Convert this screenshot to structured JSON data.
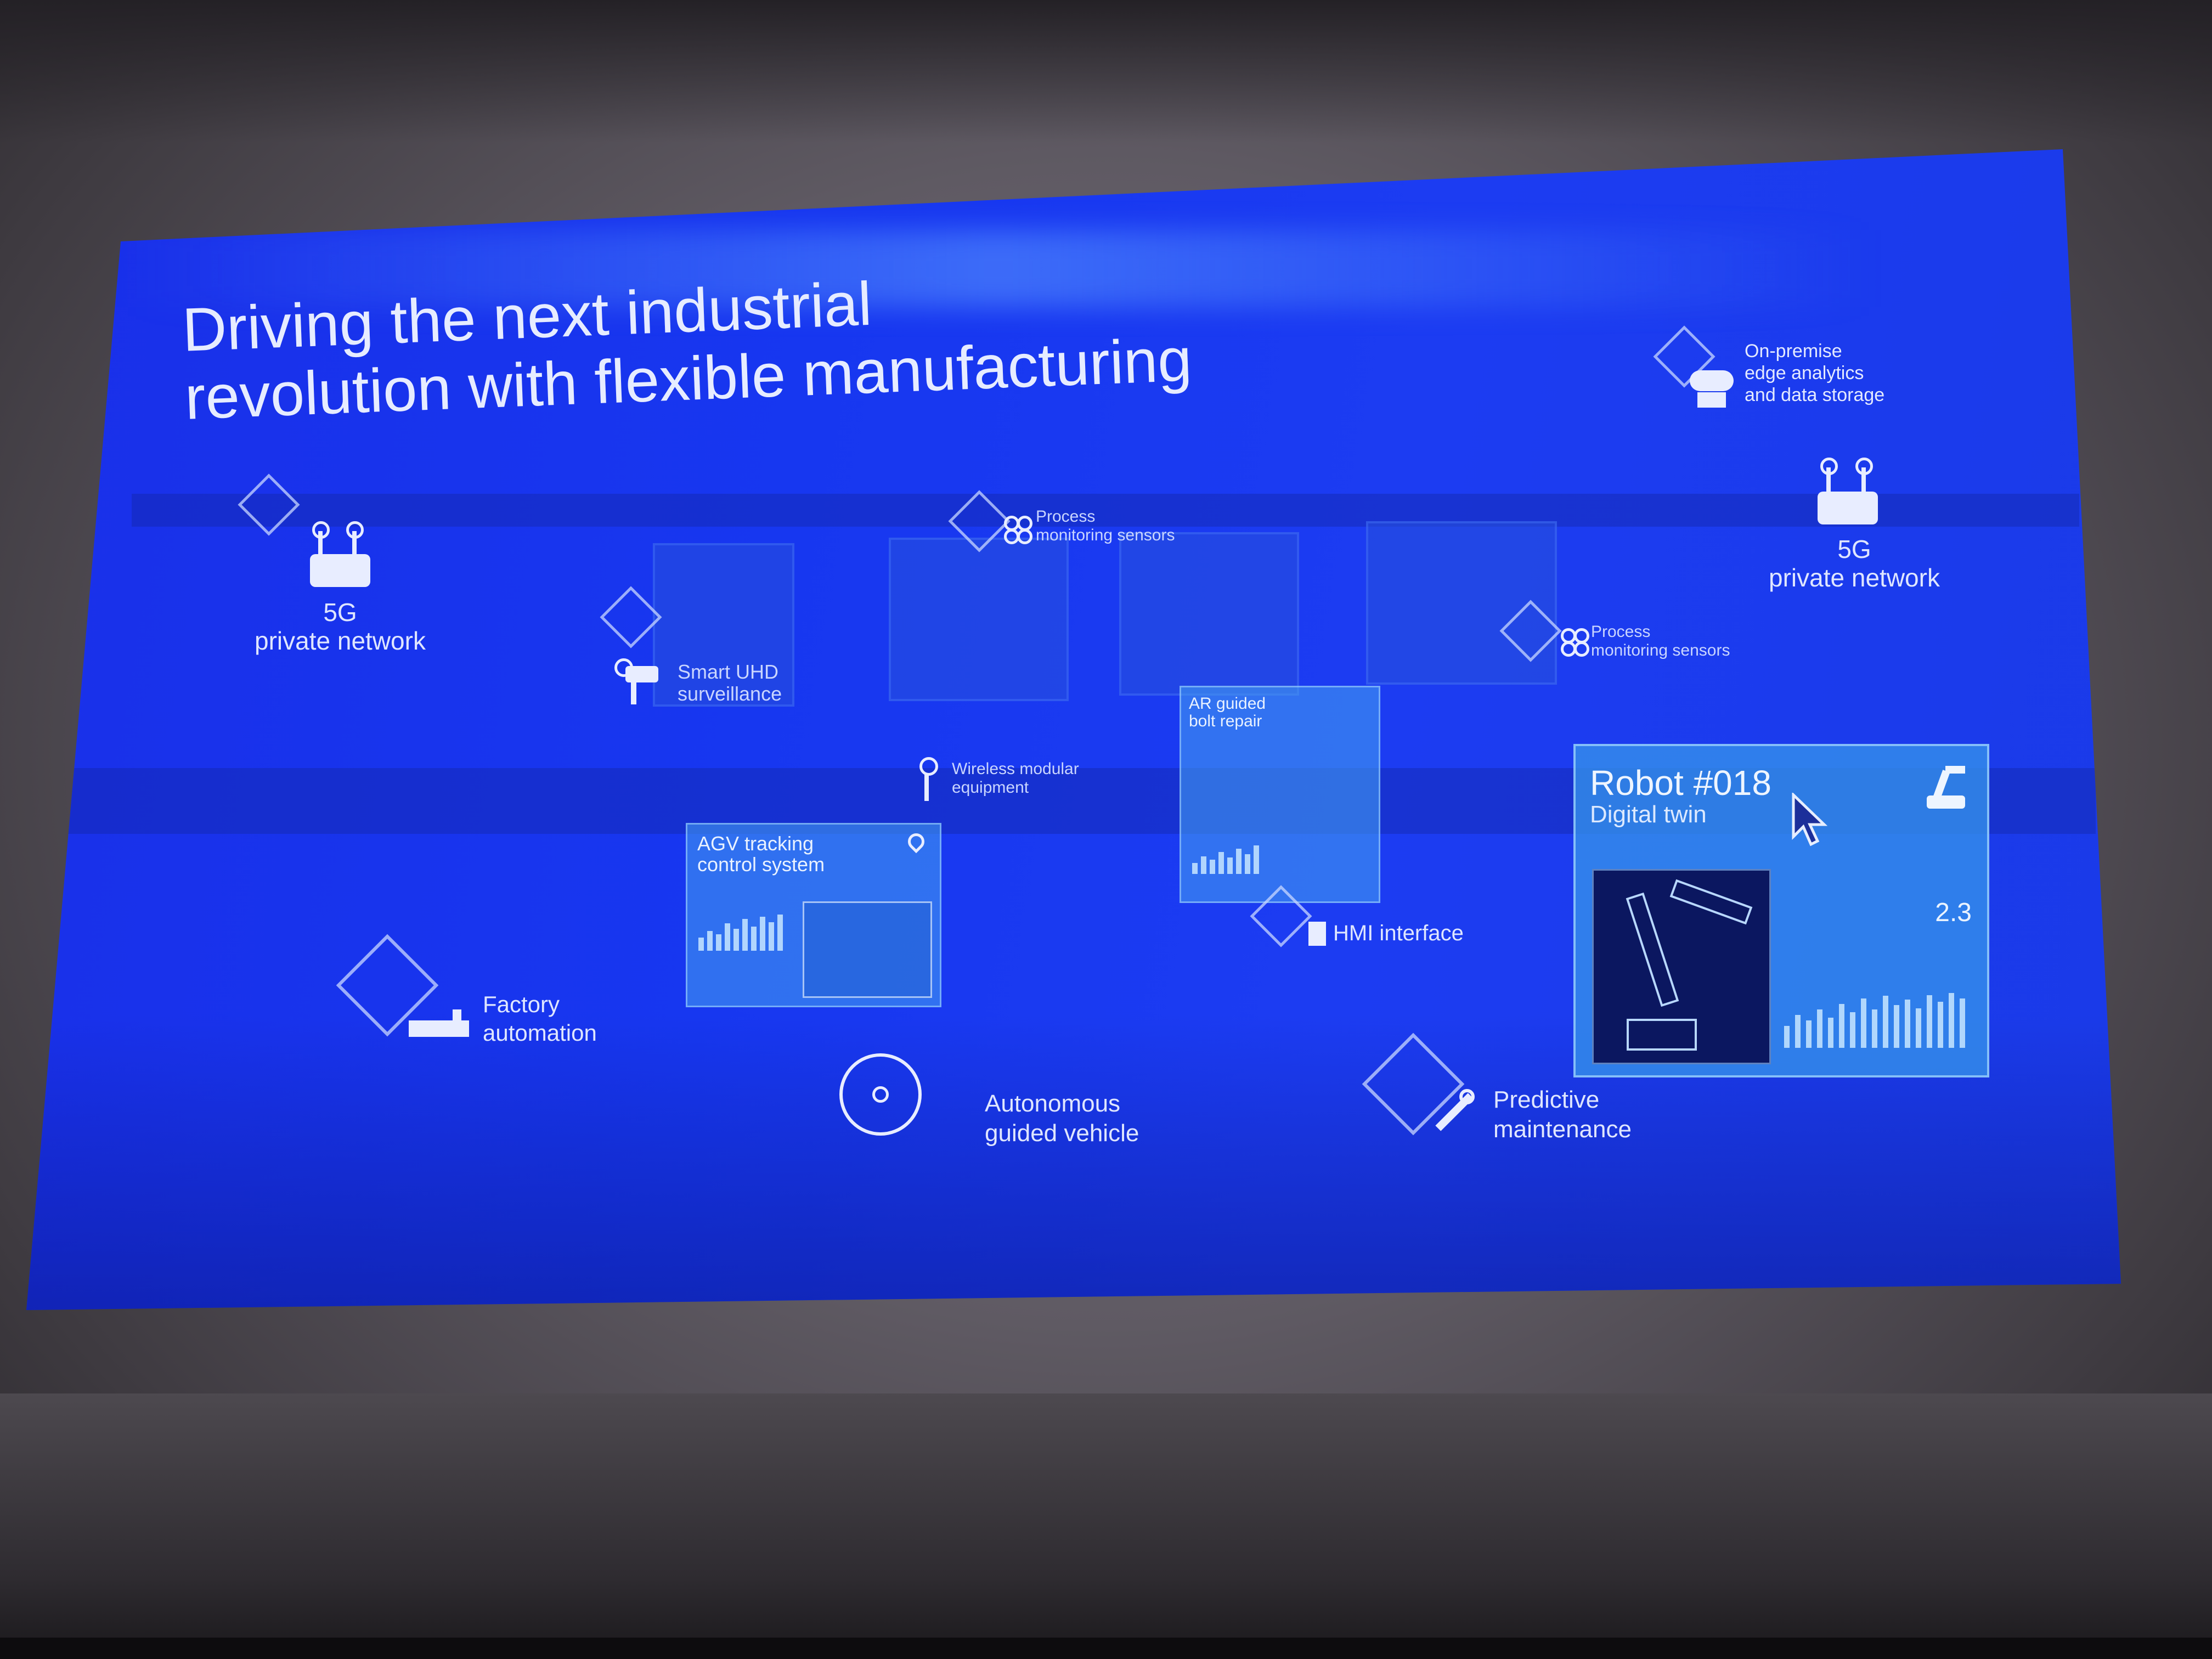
{
  "slide": {
    "title": "Driving the next industrial\nrevolution with flexible manufacturing"
  },
  "labels": {
    "private_network_left": "5G\nprivate network",
    "private_network_right": "5G\nprivate network",
    "edge_analytics": "On-premise\nedge analytics\nand data storage",
    "process_sensors_top": "Process\nmonitoring sensors",
    "process_sensors_right": "Process\nmonitoring sensors",
    "smart_uhd": "Smart UHD\nsurveillance",
    "wireless_equipment": "Wireless modular\nequipment",
    "ar_guided": "AR guided\nbolt repair",
    "agv_tracking": "AGV tracking\ncontrol system",
    "hmi": "HMI interface",
    "factory_automation": "Factory\nautomation",
    "agv_vehicle": "Autonomous\nguided vehicle",
    "predictive": "Predictive\nmaintenance"
  },
  "robot_panel": {
    "title": "Robot #018",
    "subtitle": "Digital twin",
    "stat": "2.3"
  },
  "icons": [
    "router-icon",
    "cloud-server-icon",
    "sensor-icon",
    "camera-icon",
    "antenna-icon",
    "location-pin-icon",
    "factory-icon",
    "wrench-icon",
    "robot-arm-icon",
    "cursor-icon"
  ]
}
